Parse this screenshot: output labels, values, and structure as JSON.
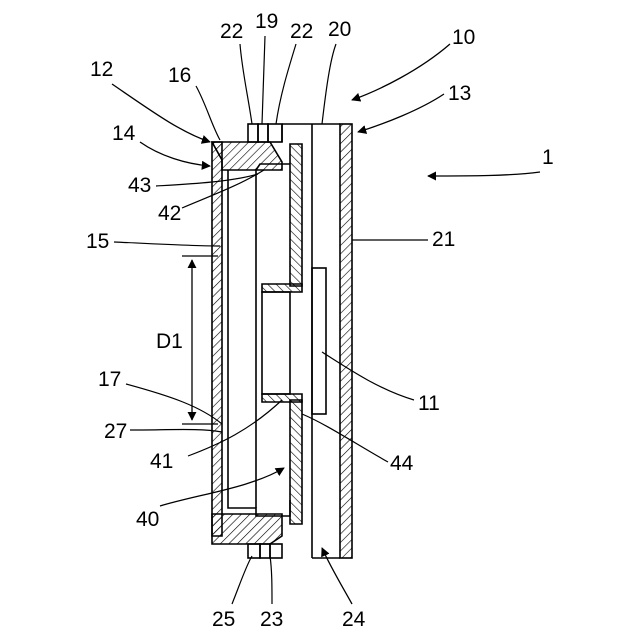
{
  "labels": {
    "n1": "1",
    "n10": "10",
    "n11": "11",
    "n12": "12",
    "n13": "13",
    "n14": "14",
    "n15": "15",
    "n16": "16",
    "n17": "17",
    "n19": "19",
    "n20": "20",
    "n21": "21",
    "n22a": "22",
    "n22b": "22",
    "n23": "23",
    "n24": "24",
    "n25": "25",
    "n27": "27",
    "n40": "40",
    "n41": "41",
    "n42": "42",
    "n43": "43",
    "n44": "44",
    "d1": "D1"
  }
}
